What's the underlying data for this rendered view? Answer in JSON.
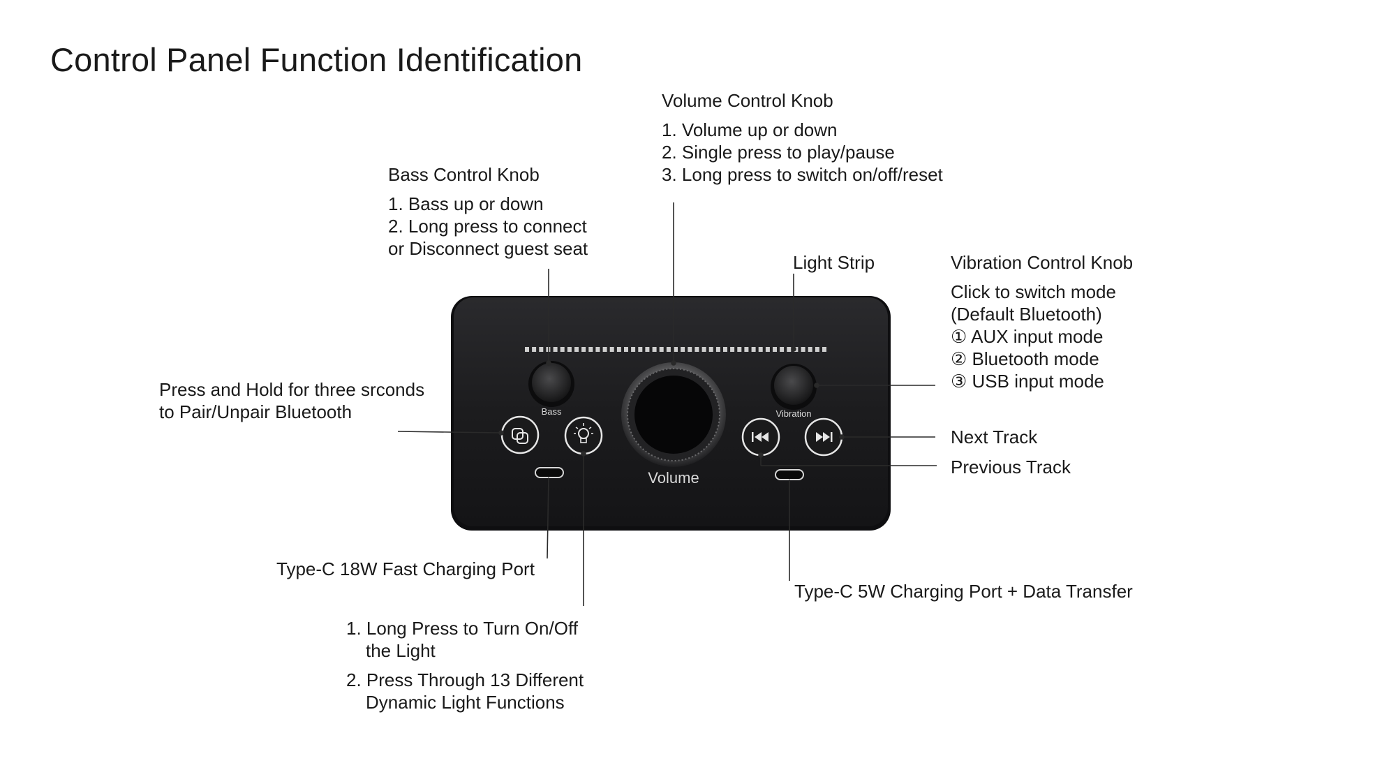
{
  "title": "Control Panel Function Identification",
  "volume_knob": {
    "heading": "Volume Control Knob",
    "items": [
      "1. Volume up or down",
      "2. Single press to play/pause",
      "3. Long press to switch on/off/reset"
    ]
  },
  "bass_knob": {
    "heading": "Bass Control Knob",
    "items": [
      "1. Bass up or down",
      "2. Long press to connect",
      "or Disconnect guest seat"
    ]
  },
  "light_strip": {
    "label": "Light Strip"
  },
  "vibration_knob": {
    "heading": "Vibration Control Knob",
    "items": [
      "Click to switch mode",
      "(Default Bluetooth)",
      "① AUX input mode",
      "② Bluetooth mode",
      "③ USB input mode"
    ]
  },
  "bluetooth_pair": {
    "lines": [
      "Press and Hold for three srconds",
      "to Pair/Unpair Bluetooth"
    ]
  },
  "next_track": {
    "label": "Next Track"
  },
  "previous_track": {
    "label": "Previous Track"
  },
  "port_18w": {
    "label": "Type-C 18W Fast Charging Port"
  },
  "port_5w": {
    "label": "Type-C 5W Charging Port + Data Transfer"
  },
  "light_button": {
    "item1_a": "1. Long Press to Turn On/Off",
    "item1_b": "the Light",
    "item2_a": "2. Press Through 13 Different",
    "item2_b": "Dynamic Light Functions"
  },
  "device_labels": {
    "bass": "Bass",
    "vibration": "Vibration",
    "volume": "Volume"
  },
  "colors": {
    "panel": "#1c1c1e",
    "leader_line": "#2a2a2a",
    "device_text": "#d8d8d8"
  }
}
